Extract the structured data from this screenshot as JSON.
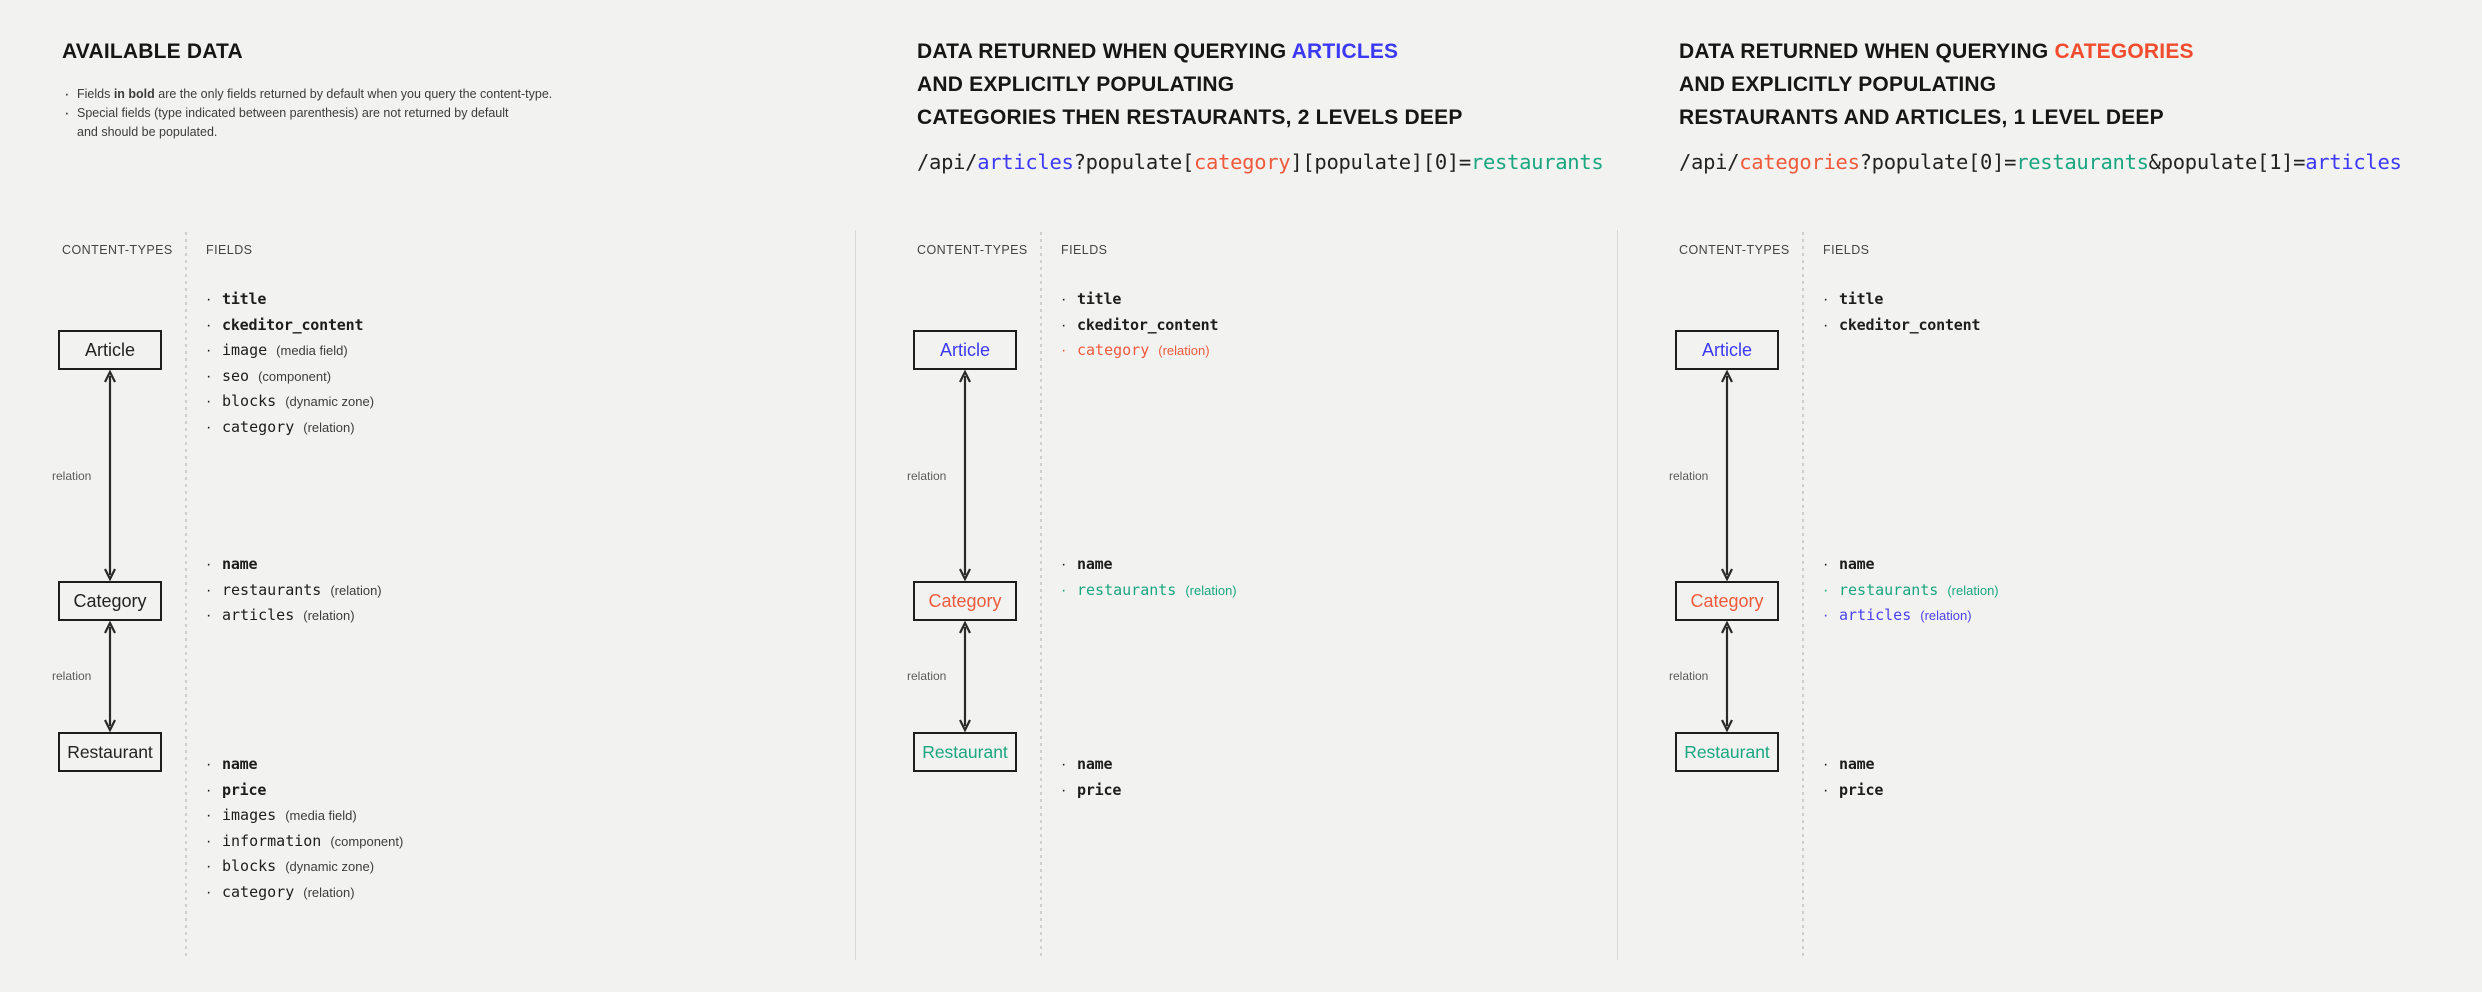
{
  "panels": [
    {
      "id": "available-data",
      "title_parts": [
        {
          "text": "AVAILABLE DATA",
          "color": "default"
        }
      ],
      "notes": [
        "Fields in bold are the only fields returned by default when you query the content-type.",
        "Special fields (type indicated between parenthesis) are not returned by default and should be populated."
      ],
      "note_bold_segment": "in bold",
      "api_url": null,
      "col_label_content_types": "CONTENT-TYPES",
      "col_label_fields": "FIELDS",
      "relation_label_1": "relation",
      "relation_label_2": "relation",
      "entities": [
        {
          "name": "Article",
          "color": "default"
        },
        {
          "name": "Category",
          "color": "default"
        },
        {
          "name": "Restaurant",
          "color": "default"
        }
      ],
      "field_groups": [
        {
          "entity": "Article",
          "fields": [
            {
              "name": "title",
              "type": "",
              "bold": true,
              "color": "default"
            },
            {
              "name": "ckeditor_content",
              "type": "",
              "bold": true,
              "color": "default"
            },
            {
              "name": "image",
              "type": "(media field)",
              "bold": false,
              "color": "default"
            },
            {
              "name": "seo",
              "type": "(component)",
              "bold": false,
              "color": "default"
            },
            {
              "name": "blocks",
              "type": "(dynamic zone)",
              "bold": false,
              "color": "default"
            },
            {
              "name": "category",
              "type": "(relation)",
              "bold": false,
              "color": "default"
            }
          ]
        },
        {
          "entity": "Category",
          "fields": [
            {
              "name": "name",
              "type": "",
              "bold": true,
              "color": "default"
            },
            {
              "name": "restaurants",
              "type": "(relation)",
              "bold": false,
              "color": "default"
            },
            {
              "name": "articles",
              "type": "(relation)",
              "bold": false,
              "color": "default"
            }
          ]
        },
        {
          "entity": "Restaurant",
          "fields": [
            {
              "name": "name",
              "type": "",
              "bold": true,
              "color": "default"
            },
            {
              "name": "price",
              "type": "",
              "bold": true,
              "color": "default"
            },
            {
              "name": "images",
              "type": "(media field)",
              "bold": false,
              "color": "default"
            },
            {
              "name": "information",
              "type": "(component)",
              "bold": false,
              "color": "default"
            },
            {
              "name": "blocks",
              "type": "(dynamic zone)",
              "bold": false,
              "color": "default"
            },
            {
              "name": "category",
              "type": "(relation)",
              "bold": false,
              "color": "default"
            }
          ]
        }
      ]
    },
    {
      "id": "query-articles",
      "title_lines": [
        [
          {
            "text": "DATA RETURNED WHEN QUERYING ",
            "color": "default"
          },
          {
            "text": "ARTICLES",
            "color": "blue"
          }
        ],
        [
          {
            "text": "AND EXPLICITLY POPULATING",
            "color": "default"
          }
        ],
        [
          {
            "text": "CATEGORIES THEN RESTAURANTS, 2 LEVELS DEEP",
            "color": "default"
          }
        ]
      ],
      "api_url_parts": [
        {
          "text": "/api/",
          "color": "default"
        },
        {
          "text": "articles",
          "color": "blue"
        },
        {
          "text": "?populate[",
          "color": "default"
        },
        {
          "text": "category",
          "color": "red"
        },
        {
          "text": "][populate][0]=",
          "color": "default"
        },
        {
          "text": "restaurants",
          "color": "green"
        }
      ],
      "col_label_content_types": "CONTENT-TYPES",
      "col_label_fields": "FIELDS",
      "relation_label_1": "relation",
      "relation_label_2": "relation",
      "entities": [
        {
          "name": "Article",
          "color": "blue"
        },
        {
          "name": "Category",
          "color": "red"
        },
        {
          "name": "Restaurant",
          "color": "green"
        }
      ],
      "field_groups": [
        {
          "entity": "Article",
          "fields": [
            {
              "name": "title",
              "type": "",
              "bold": true,
              "color": "default"
            },
            {
              "name": "ckeditor_content",
              "type": "",
              "bold": true,
              "color": "default"
            },
            {
              "name": "category",
              "type": "(relation)",
              "bold": false,
              "color": "red"
            }
          ]
        },
        {
          "entity": "Category",
          "fields": [
            {
              "name": "name",
              "type": "",
              "bold": true,
              "color": "default"
            },
            {
              "name": "restaurants",
              "type": "(relation)",
              "bold": false,
              "color": "green"
            }
          ]
        },
        {
          "entity": "Restaurant",
          "fields": [
            {
              "name": "name",
              "type": "",
              "bold": true,
              "color": "default"
            },
            {
              "name": "price",
              "type": "",
              "bold": true,
              "color": "default"
            }
          ]
        }
      ]
    },
    {
      "id": "query-categories",
      "title_lines": [
        [
          {
            "text": "DATA RETURNED WHEN QUERYING ",
            "color": "default"
          },
          {
            "text": "CATEGORIES",
            "color": "red"
          }
        ],
        [
          {
            "text": "AND EXPLICITLY POPULATING",
            "color": "default"
          }
        ],
        [
          {
            "text": "RESTAURANTS AND ARTICLES, 1 LEVEL DEEP",
            "color": "default"
          }
        ]
      ],
      "api_url_parts": [
        {
          "text": "/api/",
          "color": "default"
        },
        {
          "text": "categories",
          "color": "red"
        },
        {
          "text": "?populate[0]=",
          "color": "default"
        },
        {
          "text": "restaurants",
          "color": "green"
        },
        {
          "text": "&populate[1]=",
          "color": "default"
        },
        {
          "text": "articles",
          "color": "blue"
        }
      ],
      "col_label_content_types": "CONTENT-TYPES",
      "col_label_fields": "FIELDS",
      "relation_label_1": "relation",
      "relation_label_2": "relation",
      "entities": [
        {
          "name": "Article",
          "color": "blue"
        },
        {
          "name": "Category",
          "color": "red"
        },
        {
          "name": "Restaurant",
          "color": "green"
        }
      ],
      "field_groups": [
        {
          "entity": "Article",
          "fields": [
            {
              "name": "title",
              "type": "",
              "bold": true,
              "color": "default"
            },
            {
              "name": "ckeditor_content",
              "type": "",
              "bold": true,
              "color": "default"
            }
          ]
        },
        {
          "entity": "Category",
          "fields": [
            {
              "name": "name",
              "type": "",
              "bold": true,
              "color": "default"
            },
            {
              "name": "restaurants",
              "type": "(relation)",
              "bold": false,
              "color": "green"
            },
            {
              "name": "articles",
              "type": "(relation)",
              "bold": false,
              "color": "blue"
            }
          ]
        },
        {
          "entity": "Restaurant",
          "fields": [
            {
              "name": "name",
              "type": "",
              "bold": true,
              "color": "default"
            },
            {
              "name": "price",
              "type": "",
              "bold": true,
              "color": "default"
            }
          ]
        }
      ]
    }
  ],
  "colors": {
    "background": "#f2f2f1",
    "text": "#1d1d1b",
    "blue": "#3b39f5",
    "red": "#f05a3c",
    "green": "#1aa67f",
    "divider": "#cfcfcb"
  },
  "bullet_glyph": "·"
}
